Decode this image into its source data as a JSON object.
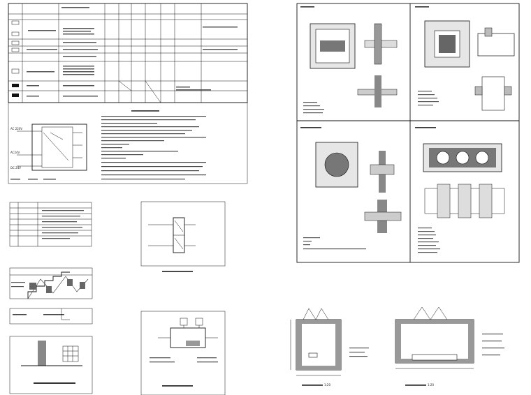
{
  "sheet": {
    "title": "",
    "panels": [
      {
        "id": "fire-door-table",
        "label": ""
      },
      {
        "id": "wiring-schematic",
        "label": ""
      },
      {
        "id": "design-notes",
        "label": ""
      },
      {
        "id": "small-legend-table",
        "label": ""
      },
      {
        "id": "control-box-diagram",
        "label": ""
      },
      {
        "id": "stair-section",
        "label": ""
      },
      {
        "id": "note-strip",
        "label": ""
      },
      {
        "id": "wall-detail",
        "label": ""
      },
      {
        "id": "install-diagram",
        "label": ""
      },
      {
        "id": "sleeve-detail-1",
        "label": ""
      },
      {
        "id": "sleeve-detail-2",
        "label": ""
      },
      {
        "id": "sleeve-detail-3",
        "label": ""
      },
      {
        "id": "sleeve-detail-4",
        "label": ""
      },
      {
        "id": "room-plan-1",
        "label": ""
      },
      {
        "id": "room-plan-2",
        "label": ""
      }
    ]
  },
  "schematic": {
    "labels": [
      "AC 220V",
      "AC24V",
      "DC 24V"
    ]
  },
  "room_plans": {
    "scale_1": "1:20",
    "scale_2": "1:20"
  }
}
